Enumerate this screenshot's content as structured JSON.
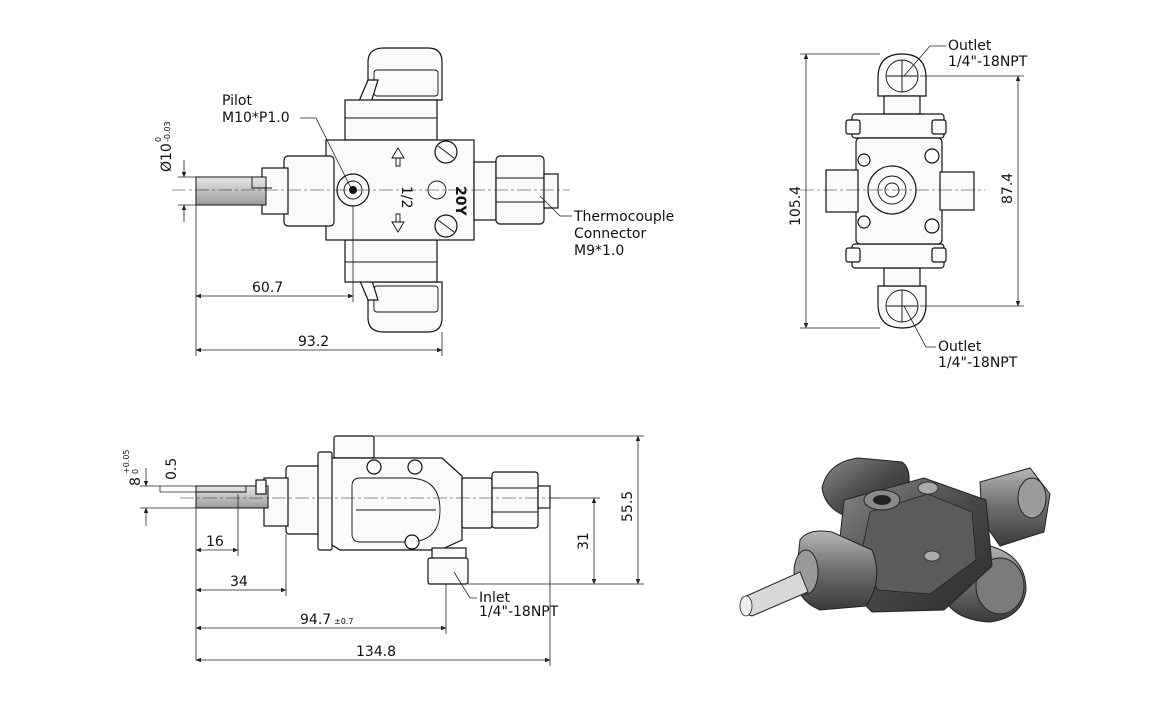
{
  "labels": {
    "pilot_title": "Pilot",
    "pilot_thread": "M10*P1.0",
    "thermo_line1": "Thermocouple",
    "thermo_line2": "Connector",
    "thermo_line3": "M9*1.0",
    "outlet_top_title": "Outlet",
    "outlet_top_thread": "1/4\"-18NPT",
    "outlet_bottom_title": "Outlet",
    "outlet_bottom_thread": "1/4\"-18NPT",
    "inlet_title": "Inlet",
    "inlet_thread": "1/4\"-18NPT"
  },
  "dimensions": {
    "shaft_diameter": "Ø10",
    "shaft_diameter_tol_upper": "0",
    "shaft_diameter_tol_lower": "-0.03",
    "pilot_offset": "60.7",
    "top_overall_length": "93.2",
    "right_height": "105.4",
    "right_outlet_spacing": "87.4",
    "shaft_width": "8",
    "shaft_width_tol_upper": "+0.05",
    "shaft_width_tol_lower": "0",
    "flat_depth": "0.5",
    "shaft_flat_length": "16",
    "shaft_length": "34",
    "inlet_position": "94.7",
    "inlet_position_tol": "±0.7",
    "overall_length": "134.8",
    "overall_height": "55.5",
    "inlet_height": "31"
  },
  "body_markings": {
    "marking_1": "1/2",
    "marking_2": "20Y"
  }
}
